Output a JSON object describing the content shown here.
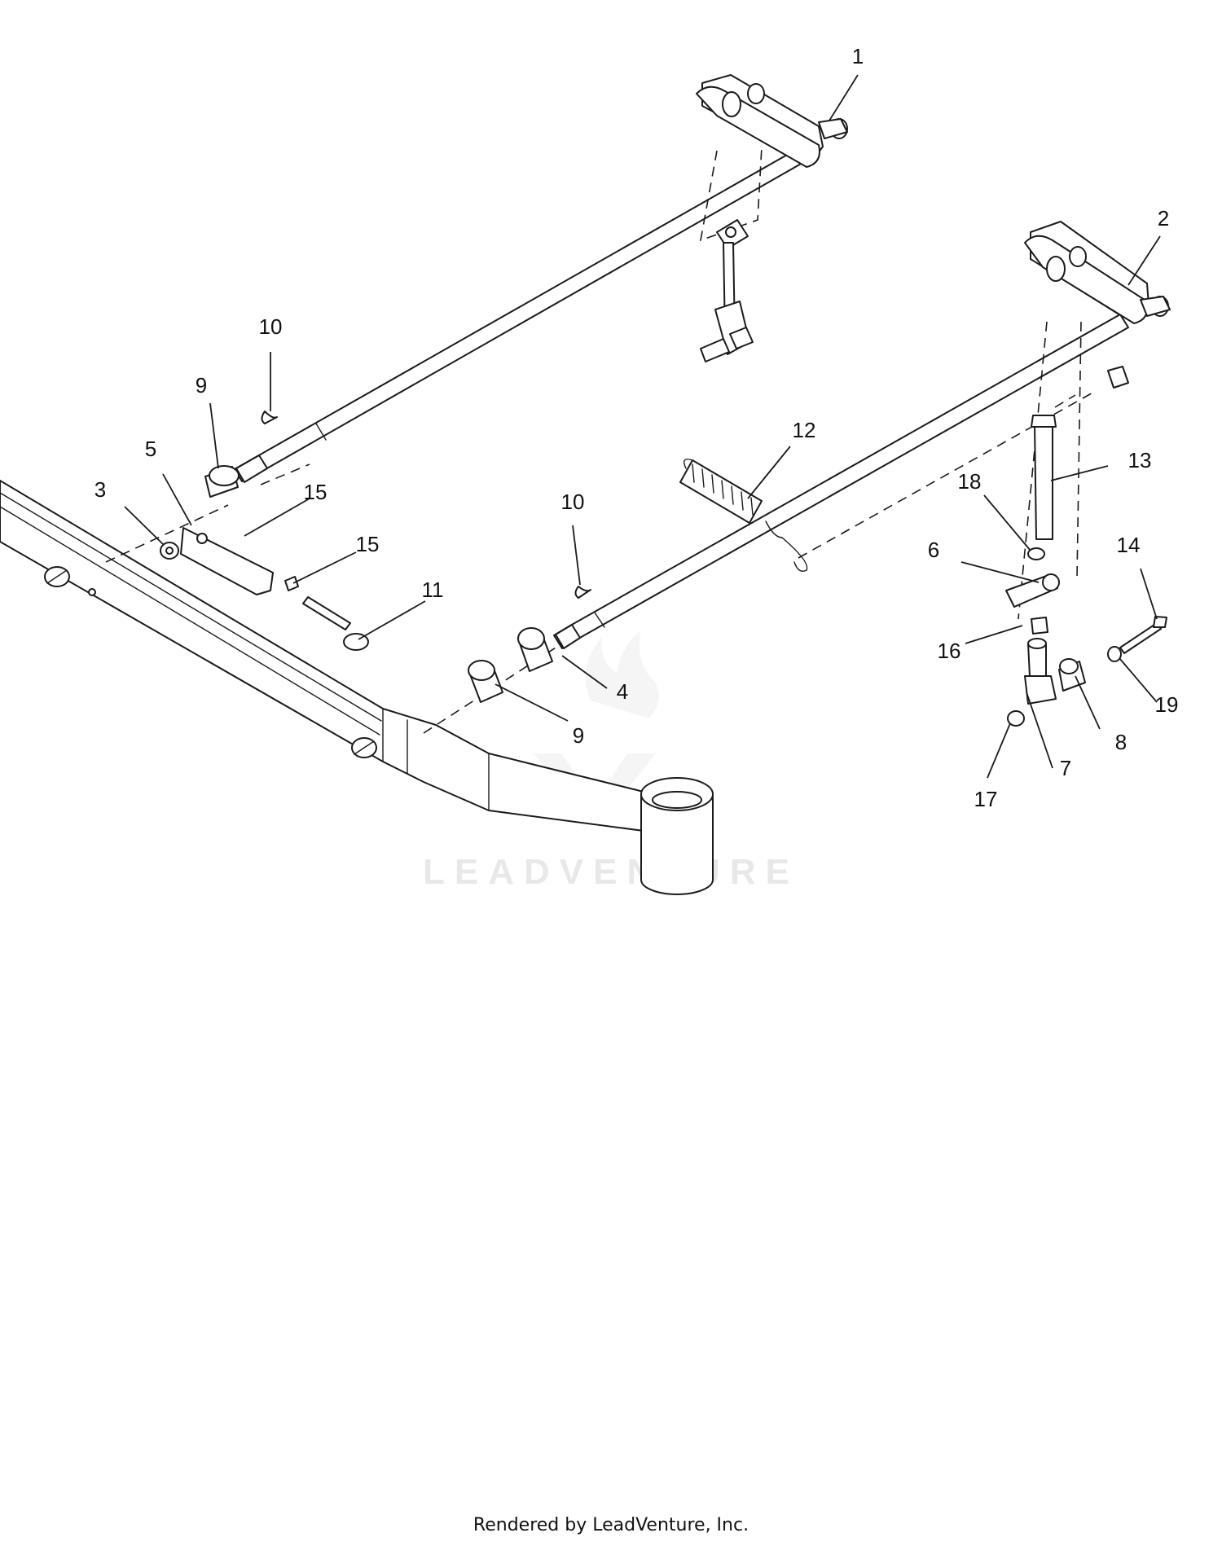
{
  "watermark": {
    "text": "LEADVENTURE"
  },
  "footer": {
    "text": "Rendered by LeadVenture, Inc."
  },
  "callouts": [
    {
      "id": "c1",
      "label": "1"
    },
    {
      "id": "c2",
      "label": "2"
    },
    {
      "id": "c3",
      "label": "3"
    },
    {
      "id": "c4",
      "label": "4"
    },
    {
      "id": "c5",
      "label": "5"
    },
    {
      "id": "c6",
      "label": "6"
    },
    {
      "id": "c7",
      "label": "7"
    },
    {
      "id": "c8",
      "label": "8"
    },
    {
      "id": "c9a",
      "label": "9"
    },
    {
      "id": "c9b",
      "label": "9"
    },
    {
      "id": "c10a",
      "label": "10"
    },
    {
      "id": "c10b",
      "label": "10"
    },
    {
      "id": "c11",
      "label": "11"
    },
    {
      "id": "c12",
      "label": "12"
    },
    {
      "id": "c13",
      "label": "13"
    },
    {
      "id": "c14",
      "label": "14"
    },
    {
      "id": "c15a",
      "label": "15"
    },
    {
      "id": "c15b",
      "label": "15"
    },
    {
      "id": "c16",
      "label": "16"
    },
    {
      "id": "c17",
      "label": "17"
    },
    {
      "id": "c18",
      "label": "18"
    },
    {
      "id": "c19",
      "label": "19"
    }
  ]
}
